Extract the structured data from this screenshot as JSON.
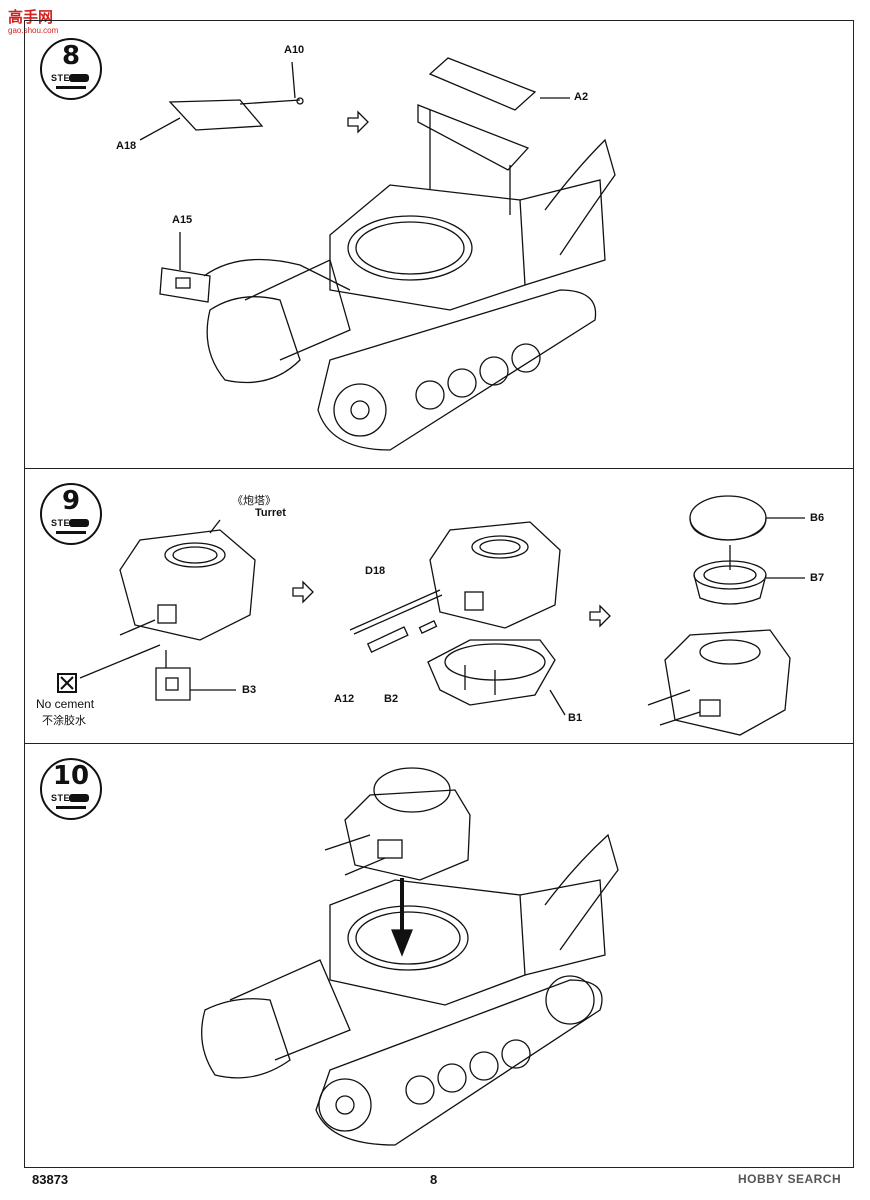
{
  "watermark_top": {
    "brand": "高手网",
    "domain": "gao.shou.com"
  },
  "steps": [
    {
      "number": "8",
      "label": "STEP"
    },
    {
      "number": "9",
      "label": "STEP"
    },
    {
      "number": "10",
      "label": "STEP"
    }
  ],
  "step8_parts": {
    "a10": "A10",
    "a2": "A2",
    "a18": "A18",
    "a15": "A15"
  },
  "step9_parts": {
    "turret_cn": "《炮塔》",
    "turret_en": "Turret",
    "d18": "D18",
    "a12": "A12",
    "b2": "B2",
    "b1": "B1",
    "b3": "B3",
    "b6": "B6",
    "b7": "B7",
    "no_cement_en": "No cement",
    "no_cement_cn": "不涂胶水"
  },
  "footer": {
    "kit_number": "83873",
    "page_number": "8",
    "watermark": "HOBBY SEARCH"
  }
}
